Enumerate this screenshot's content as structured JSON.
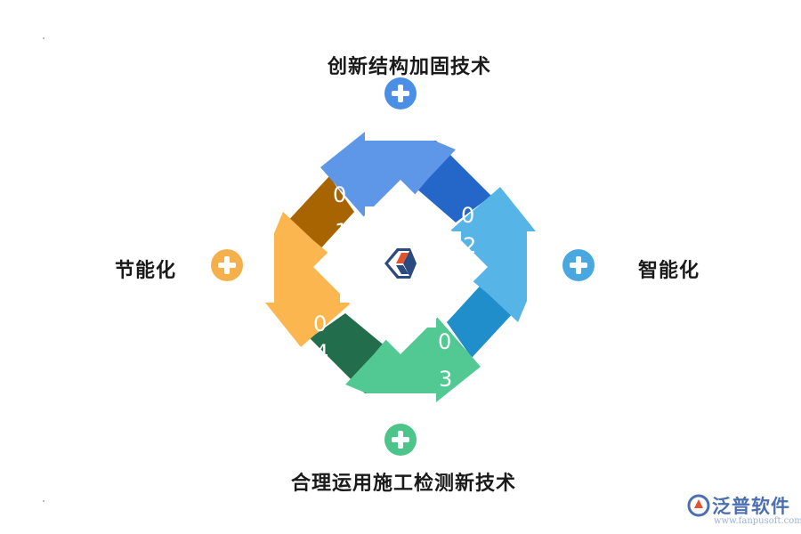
{
  "nodes": {
    "top": {
      "label": "创新结构加固技术",
      "color": "#4a8ee6"
    },
    "right": {
      "label": "智能化",
      "color": "#4aa8e0"
    },
    "bottom": {
      "label": "合理运用施工检测新技术",
      "color": "#4cc48a"
    },
    "left": {
      "label": "节能化",
      "color": "#f5b04c"
    }
  },
  "segments": [
    {
      "num": "0",
      "num2": "1"
    },
    {
      "num": "0",
      "num2": "2"
    },
    {
      "num": "0",
      "num2": "3"
    },
    {
      "num": "0",
      "num2": "4"
    }
  ],
  "brand": {
    "name": "泛普软件",
    "url": "www.fanpusoft.com"
  }
}
